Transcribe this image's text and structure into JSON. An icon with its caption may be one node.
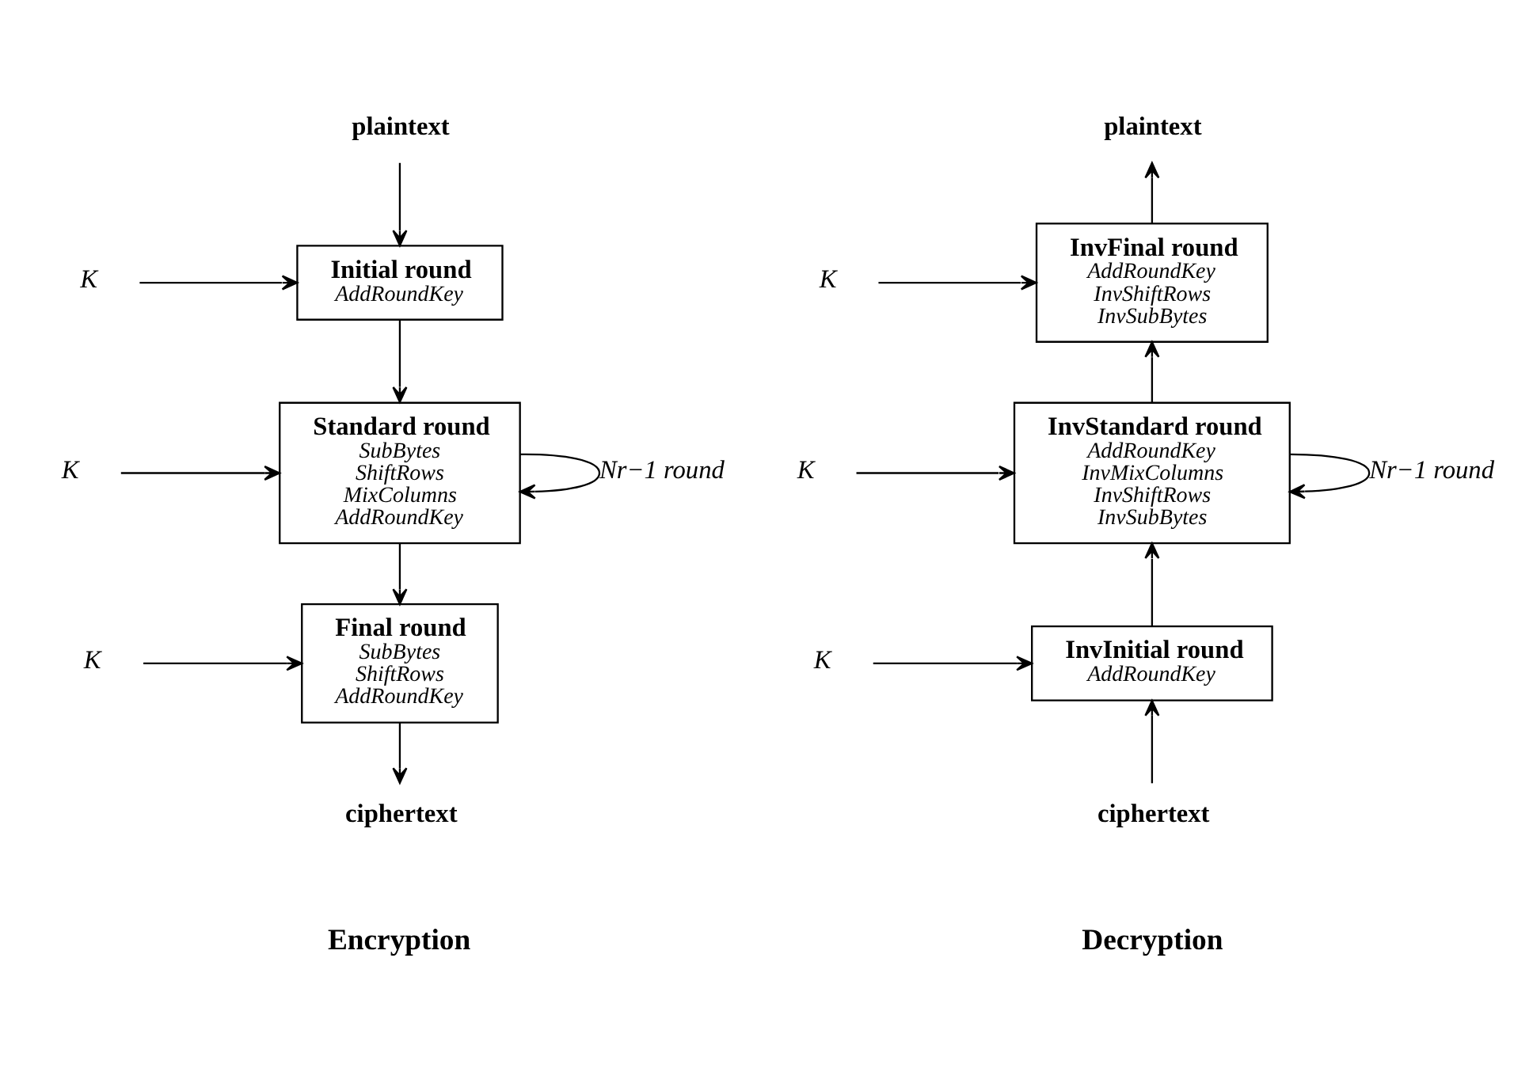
{
  "diagram": {
    "nodes": [
      {
        "text": [
          "plaintext"
        ]
      },
      {
        "text": [
          "Initial round",
          "AddRoundKey"
        ]
      },
      {
        "text": [
          "K"
        ]
      },
      {
        "text": [
          "Standard round",
          "SubBytes",
          "ShiftRows",
          "MixColumns",
          "AddRoundKey"
        ]
      },
      {
        "text": [
          "K"
        ]
      },
      {
        "text": [
          "Final round",
          "SubBytes",
          "ShiftRows",
          "AddRoundKey"
        ]
      },
      {
        "text": [
          "K"
        ]
      },
      {
        "text": [
          "ciphertext"
        ]
      },
      {
        "text": [
          "plaintext"
        ]
      },
      {
        "text": [
          "InvFinal round",
          "AddRoundKey",
          "InvShiftRows",
          "InvSubBytes"
        ]
      },
      {
        "text": [
          "K"
        ]
      },
      {
        "text": [
          "InvStandard round",
          "AddRoundKey",
          "InvMixColumns",
          "InvShiftRows",
          "InvSubBytes"
        ]
      },
      {
        "text": [
          "K"
        ]
      },
      {
        "text": [
          "InvInitial round",
          "AddRoundKey"
        ]
      },
      {
        "text": [
          "K"
        ]
      },
      {
        "text": [
          "ciphertext"
        ]
      }
    ],
    "edges": [
      {
        "from": 0,
        "to": 1,
        "arrow": "to"
      },
      {
        "from": 2,
        "to": 1,
        "arrow": "to"
      },
      {
        "from": 1,
        "to": 3,
        "arrow": "to"
      },
      {
        "from": 3,
        "to": 3,
        "arrow": "to",
        "label": "Nr−1 round"
      },
      {
        "from": 4,
        "to": 3,
        "arrow": "to"
      },
      {
        "from": 3,
        "to": 5,
        "arrow": "to"
      },
      {
        "from": 6,
        "to": 5,
        "arrow": "to"
      },
      {
        "from": 5,
        "to": 7,
        "arrow": "to"
      },
      {
        "from": 9,
        "to": 8,
        "arrow": "to"
      },
      {
        "from": 10,
        "to": 9,
        "arrow": "to"
      },
      {
        "from": 11,
        "to": 9,
        "arrow": "to"
      },
      {
        "from": 11,
        "to": 11,
        "arrow": "to",
        "label": "Nr−1 round"
      },
      {
        "from": 12,
        "to": 11,
        "arrow": "to"
      },
      {
        "from": 13,
        "to": 11,
        "arrow": "to"
      },
      {
        "from": 14,
        "to": 13,
        "arrow": "to"
      },
      {
        "from": 15,
        "to": 13,
        "arrow": "to"
      }
    ],
    "labels": [
      "Encryption",
      "Decryption"
    ]
  }
}
